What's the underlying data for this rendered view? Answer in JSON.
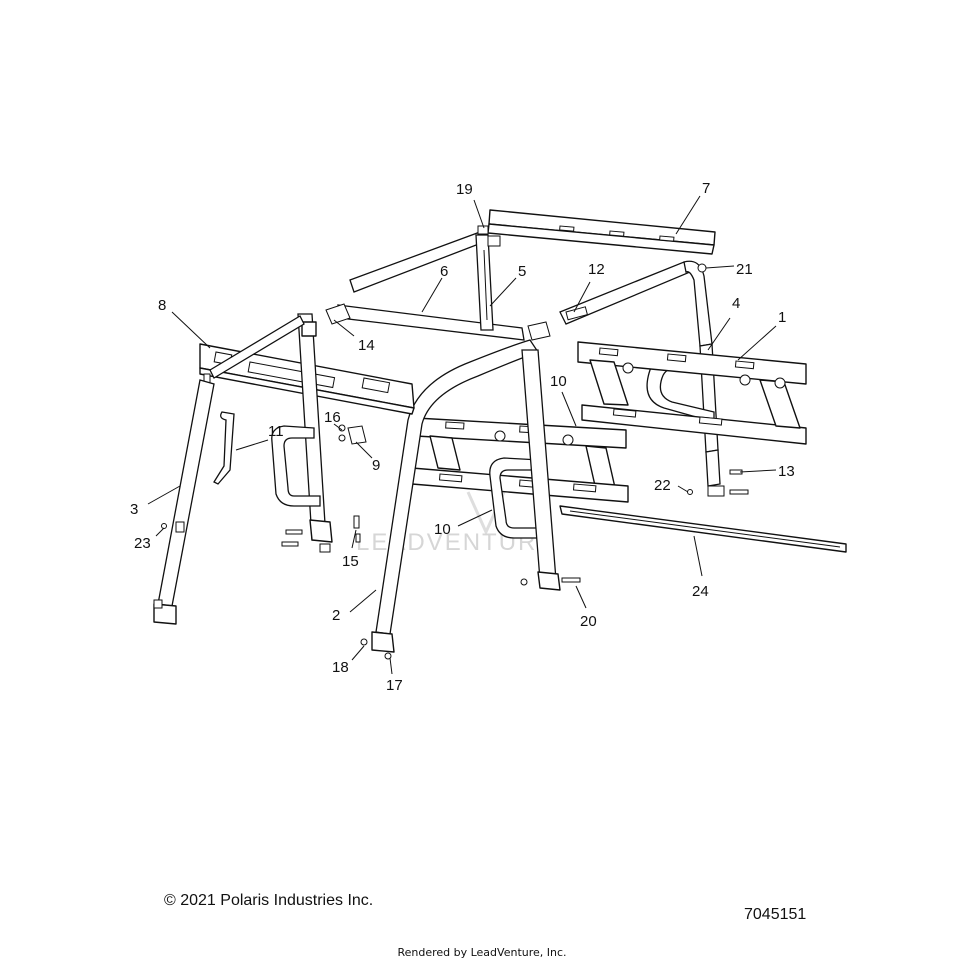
{
  "copyright": "© 2021 Polaris Industries Inc.",
  "drawing_number": "7045151",
  "rendered_by": "Rendered by LeadVenture, Inc.",
  "watermark": "LEADVENTURE",
  "callouts": [
    "1",
    "2",
    "3",
    "4",
    "5",
    "6",
    "7",
    "8",
    "9",
    "10",
    "10",
    "11",
    "12",
    "13",
    "14",
    "15",
    "16",
    "17",
    "18",
    "19",
    "20",
    "21",
    "22",
    "23",
    "24"
  ]
}
